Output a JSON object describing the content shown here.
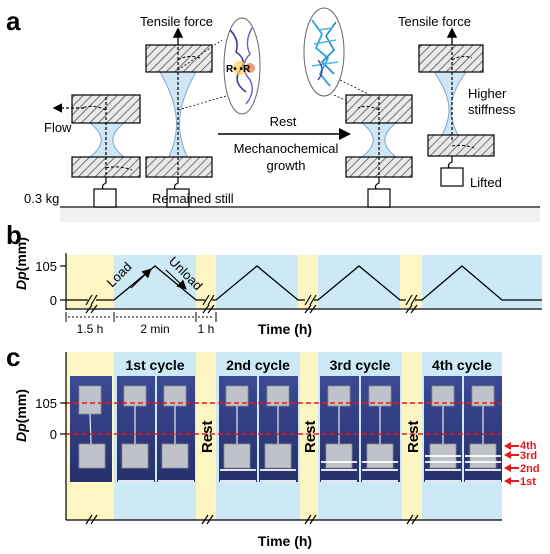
{
  "panel_a": {
    "label": "a",
    "tensile_force_1": "Tensile force",
    "tensile_force_2": "Tensile force",
    "flow": "Flow",
    "weight": "0.3 kg",
    "remained_still": "Remained still",
    "rest": "Rest",
    "mechano_line1": "Mechanochemical",
    "mechano_line2": "growth",
    "higher_line1": "Higher",
    "higher_line2": "stiffness",
    "lifted": "Lifted",
    "radical_text": "R•  •R"
  },
  "panel_b": {
    "label": "b",
    "y_label": "Dp",
    "y_unit": "(mm)",
    "tick_105": "105",
    "tick_0": "0",
    "load": "Load",
    "unload": "Unload",
    "dur_1": "1.5 h",
    "dur_2": "2 min",
    "dur_3": "1 h",
    "x_label": "Time (h)"
  },
  "panel_c": {
    "label": "c",
    "y_label": "Dp",
    "y_unit": "(mm)",
    "tick_105": "105",
    "tick_0": "0",
    "cycles": [
      "1st cycle",
      "2nd cycle",
      "3rd cycle",
      "4th cycle"
    ],
    "rest_labels": [
      "Rest",
      "Rest",
      "Rest"
    ],
    "markers": [
      "4th",
      "3rd",
      "2nd",
      "1st"
    ],
    "x_label": "Time (h)"
  },
  "colors": {
    "rest_fill": "#fdf6c3",
    "cycle_fill": "#cde9f6",
    "red_guide": "#e31a1c",
    "photo_bg": "#2f3f8c"
  }
}
